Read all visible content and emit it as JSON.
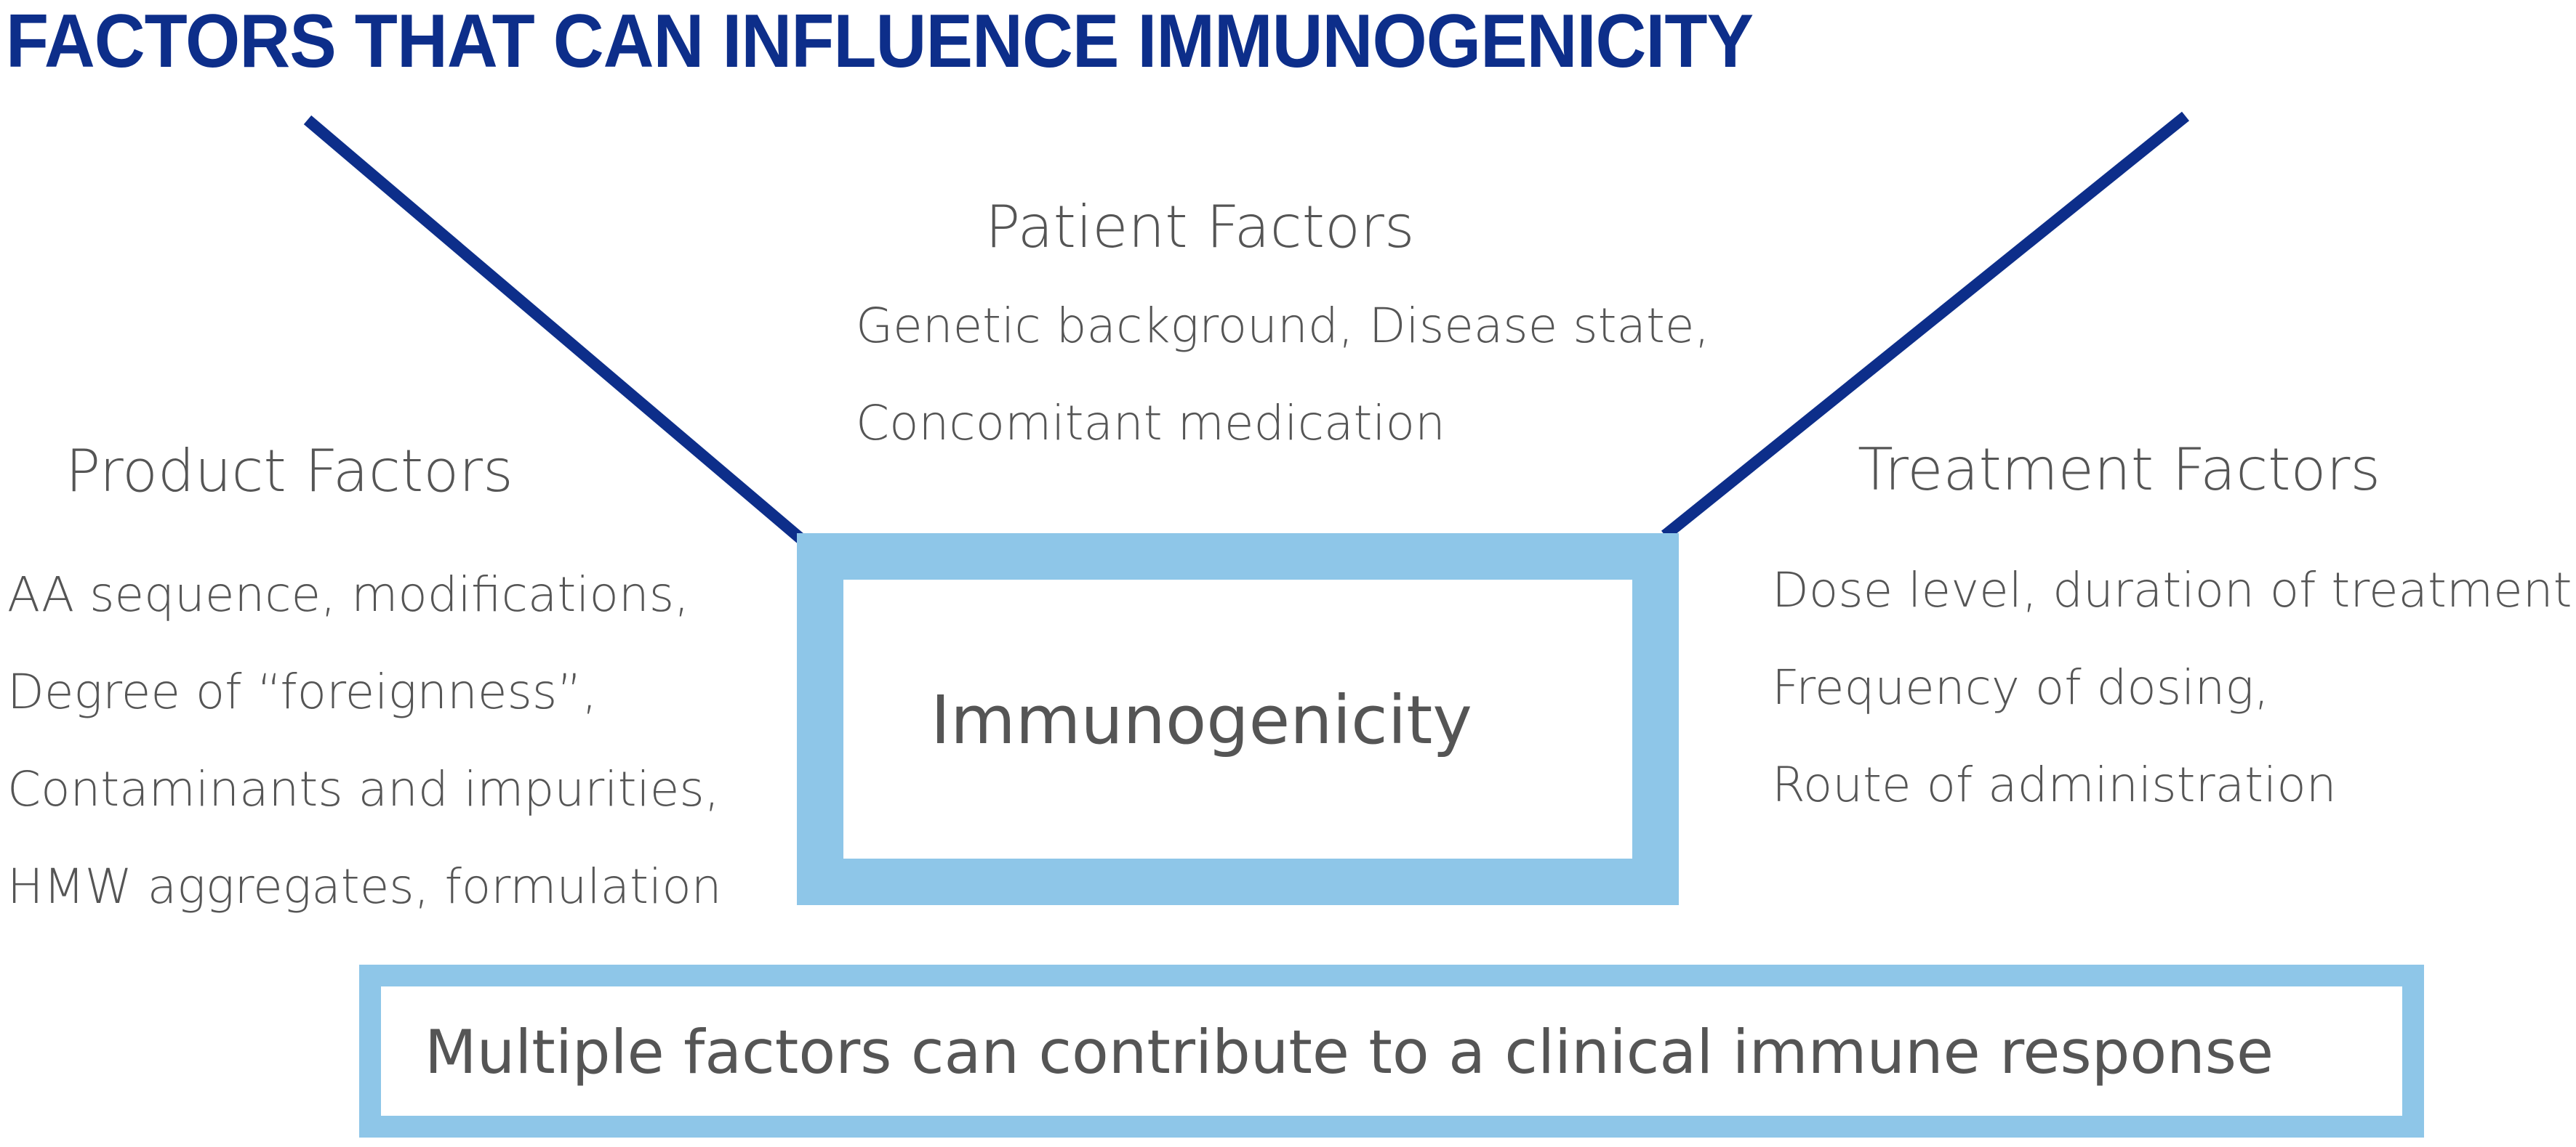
{
  "title": "FACTORS THAT CAN INFLUENCE IMMUNOGENICITY",
  "colors": {
    "title": "#0d2e8a",
    "connector_lines": "#0d2e8a",
    "box_border": "#8ec6e8",
    "text": "#555555"
  },
  "center": {
    "label": "Immunogenicity"
  },
  "patient_factors": {
    "heading": "Patient Factors",
    "items": [
      "Genetic background, Disease state,",
      "Concomitant medication"
    ]
  },
  "product_factors": {
    "heading": "Product Factors",
    "items": [
      "AA sequence, modifications,",
      "Degree of “foreignness”,",
      "Contaminants and impurities,",
      "HMW aggregates, formulation"
    ]
  },
  "treatment_factors": {
    "heading": "Treatment Factors",
    "items": [
      "Dose level, duration of treatment,",
      "Frequency of dosing,",
      "Route of administration"
    ]
  },
  "summary": {
    "label": "Multiple factors can contribute to a clinical immune response"
  }
}
